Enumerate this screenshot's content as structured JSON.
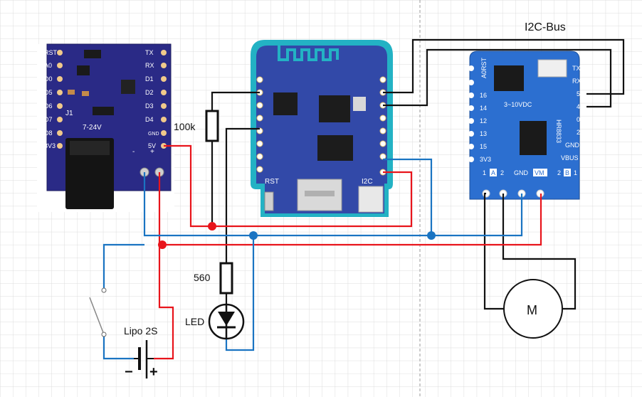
{
  "colors": {
    "wire_red": "#e8141b",
    "wire_blue": "#1a74c2",
    "wire_black": "#111111",
    "pcb_dark_blue": "#2a2a86",
    "pcb_wemos": "#3249a8",
    "pcb_wemos_edge": "#23b2c4",
    "pcb_motor": "#2c6fd0",
    "grid": "#d9d9d9"
  },
  "labels": {
    "i2c_bus": "I2C-Bus",
    "resistor_top": "100k",
    "resistor_bottom": "560",
    "led": "LED",
    "battery": "Lipo 2S",
    "battery_minus": "−",
    "battery_plus": "+",
    "motor": "M"
  },
  "power_board": {
    "left_pins": [
      "RST",
      "A0",
      "D0",
      "D5",
      "D6",
      "D7",
      "D8",
      "3V3"
    ],
    "right_pins": [
      "TX",
      "RX",
      "D1",
      "D2",
      "D3",
      "D4",
      "GND",
      "5V"
    ],
    "silk_j1": "J1",
    "silk_voltage": "7-24V",
    "silk_plus": "+",
    "silk_minus": "-"
  },
  "wemos_board": {
    "silk_rst": "RST",
    "silk_i2c": "I2C"
  },
  "motor_board": {
    "left_pins": [
      "A0RST",
      "16",
      "14",
      "12",
      "13",
      "15",
      "3V3"
    ],
    "right_pins": [
      "TX",
      "RX",
      "5",
      "4",
      "0",
      "2",
      "GND",
      "VBUS"
    ],
    "chip": "HR8833",
    "voltage": "3~10VDC",
    "bottom_row": [
      "1",
      "A",
      "2",
      "GND",
      "VM",
      "2",
      "B",
      "1"
    ]
  }
}
